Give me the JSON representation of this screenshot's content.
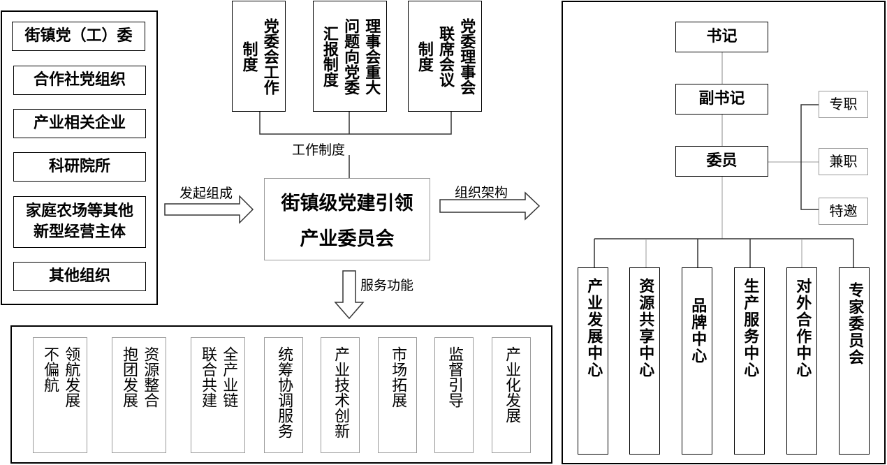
{
  "left_panel": {
    "items": [
      "街镇党（工）委",
      "合作社党组织",
      "产业相关企业",
      "科研院所",
      "家庭农场等其他新型经营主体",
      "其他组织"
    ]
  },
  "top_panel": {
    "systems": [
      [
        "党委会工作",
        "制度"
      ],
      [
        "理事会重大",
        "问题向党委",
        "汇报制度"
      ],
      [
        "党委理事会",
        "联席会议",
        "制度"
      ]
    ]
  },
  "center": {
    "line1": "街镇级党建引领",
    "line2": "产业委员会"
  },
  "labels": {
    "work_system": "工作制度",
    "initiate": "发起组成",
    "org_structure": "组织架构",
    "service_function": "服务功能"
  },
  "bottom_panel": {
    "functions": [
      [
        "领航发展",
        "不偏航"
      ],
      [
        "资源整合",
        "抱团发展"
      ],
      [
        "全产业链",
        "联合共建"
      ],
      [
        "统筹协调服务"
      ],
      [
        "产业技术创新"
      ],
      [
        "市场拓展"
      ],
      [
        "监督引导"
      ],
      [
        "产业化发展"
      ]
    ]
  },
  "right_panel": {
    "secretary": "书记",
    "deputy_secretary": "副书记",
    "member": "委员",
    "member_types": [
      "专职",
      "兼职",
      "特邀"
    ],
    "centers": [
      "产业发展中心",
      "资源共享中心",
      "品牌中心",
      "生产服务中心",
      "对外合作中心",
      "专家委员会"
    ]
  }
}
